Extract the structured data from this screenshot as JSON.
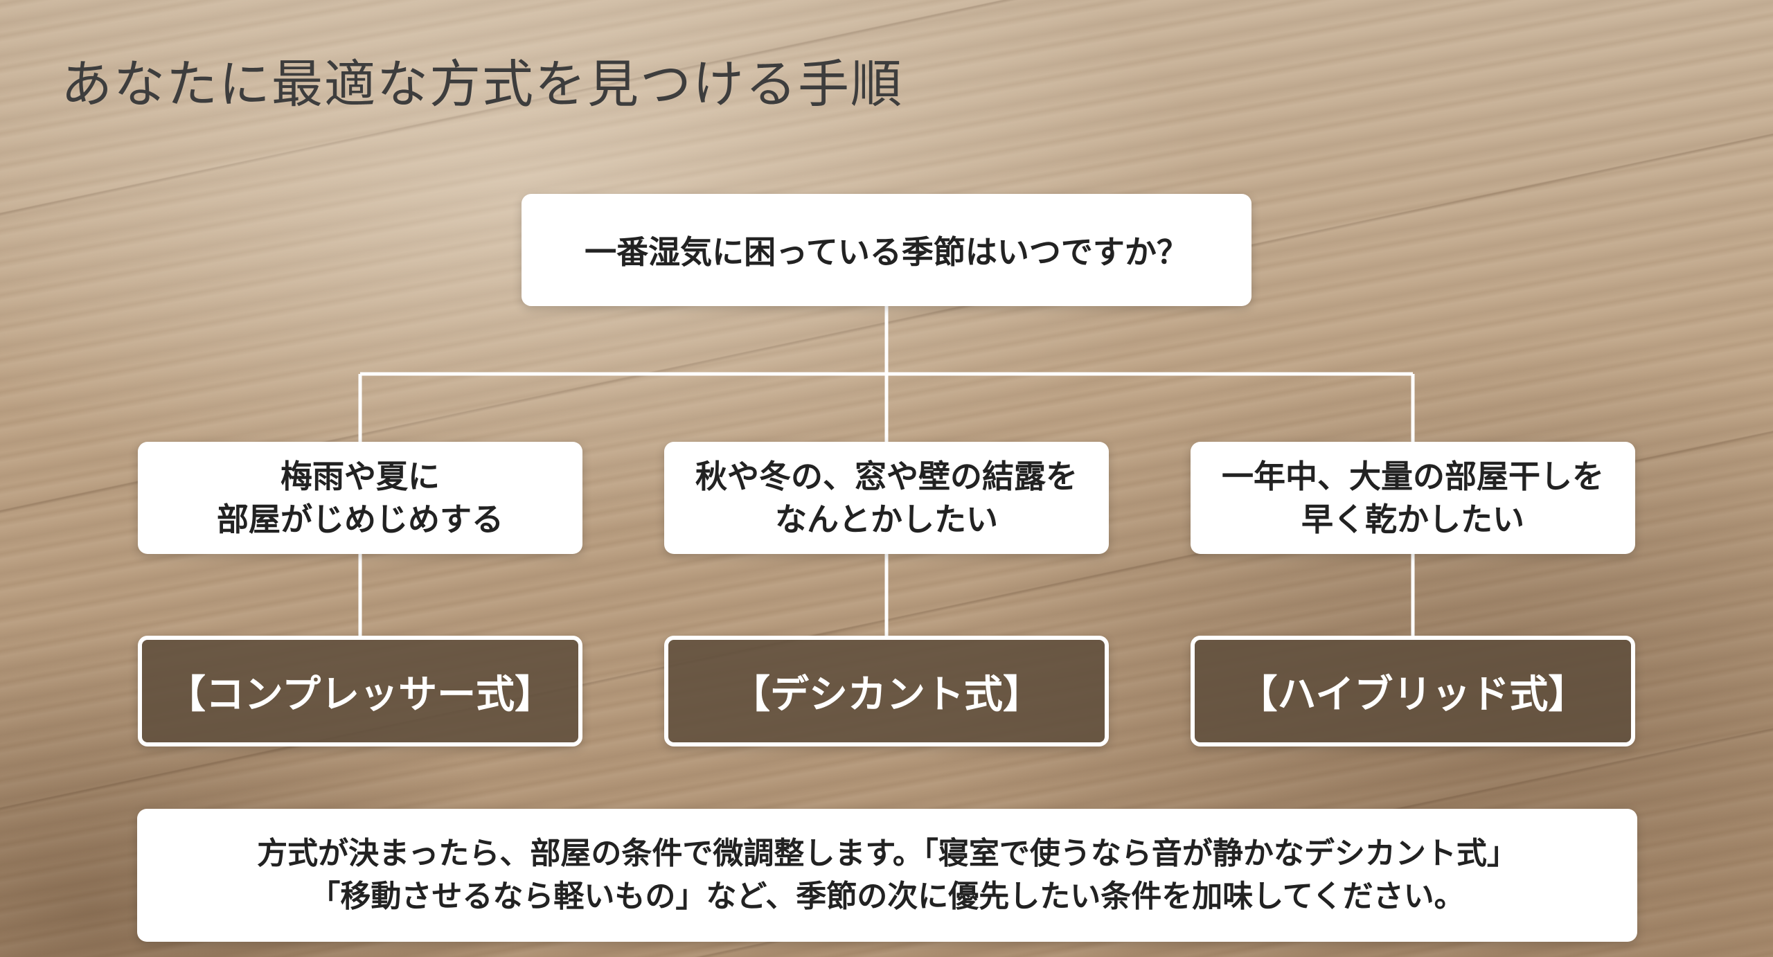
{
  "title": "あなたに最適な方式を見つける手順",
  "question": "一番湿気に困っている季節はいつですか？",
  "conditions": [
    "梅雨や夏に\n部屋がじめじめする",
    "秋や冬の、窓や壁の結露を\nなんとかしたい",
    "一年中、大量の部屋干しを\n早く乾かしたい"
  ],
  "results": [
    "【コンプレッサー式】",
    "【デシカント式】",
    "【ハイブリッド式】"
  ],
  "note": "方式が決まったら、部屋の条件で微調整します。「寝室で使うなら音が静かなデシカント式」\n「移動させるなら軽いもの」など、季節の次に優先したい条件を加味してください。",
  "colors": {
    "title_text": "#3d3d3d",
    "box_bg": "#ffffff",
    "result_bg": "#604e3c",
    "connector": "#ffffff"
  }
}
